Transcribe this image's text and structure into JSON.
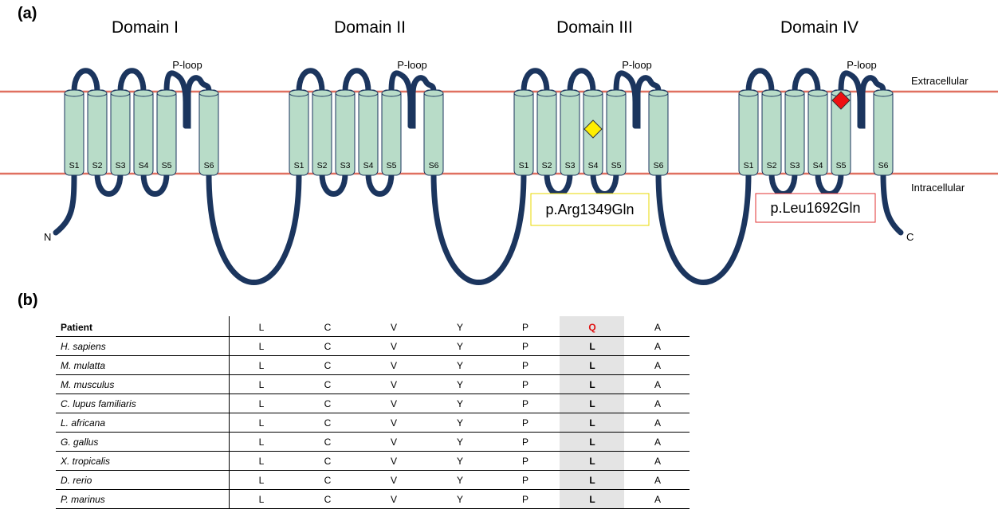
{
  "panels": {
    "a": "(a)",
    "b": "(b)"
  },
  "domains": [
    {
      "name": "Domain I",
      "segments": [
        "S1",
        "S2",
        "S3",
        "S4",
        "S5",
        "S6"
      ],
      "ploop": "P-loop"
    },
    {
      "name": "Domain II",
      "segments": [
        "S1",
        "S2",
        "S3",
        "S4",
        "S5",
        "S6"
      ],
      "ploop": "P-loop"
    },
    {
      "name": "Domain III",
      "segments": [
        "S1",
        "S2",
        "S3",
        "S4",
        "S5",
        "S6"
      ],
      "ploop": "P-loop"
    },
    {
      "name": "Domain IV",
      "segments": [
        "S1",
        "S2",
        "S3",
        "S4",
        "S5",
        "S6"
      ],
      "ploop": "P-loop"
    }
  ],
  "membrane": {
    "outside": "Extracellular",
    "inside": "Intracellular",
    "line_color": "#e07060"
  },
  "termini": {
    "n": "N",
    "c": "C"
  },
  "colors": {
    "helix_fill": "#b8dcc8",
    "helix_stroke": "#1b355e",
    "chain": "#1b355e"
  },
  "mutations": [
    {
      "label": "p.Arg1349Gln",
      "domain": "Domain III",
      "segment": "S4",
      "color": "#ffee00",
      "box_color": "#e8d800"
    },
    {
      "label": "p.Leu1692Gln",
      "domain": "Domain IV",
      "segment": "S5",
      "color": "#ee1111",
      "box_color": "#e03030"
    }
  ],
  "alignment": {
    "highlight_column": 5,
    "rows": [
      {
        "species": "Patient",
        "residues": [
          "L",
          "C",
          "V",
          "Y",
          "P",
          "Q",
          "A"
        ]
      },
      {
        "species": "H. sapiens",
        "residues": [
          "L",
          "C",
          "V",
          "Y",
          "P",
          "L",
          "A"
        ]
      },
      {
        "species": "M. mulatta",
        "residues": [
          "L",
          "C",
          "V",
          "Y",
          "P",
          "L",
          "A"
        ]
      },
      {
        "species": "M. musculus",
        "residues": [
          "L",
          "C",
          "V",
          "Y",
          "P",
          "L",
          "A"
        ]
      },
      {
        "species": "C. lupus familiaris",
        "residues": [
          "L",
          "C",
          "V",
          "Y",
          "P",
          "L",
          "A"
        ]
      },
      {
        "species": "L. africana",
        "residues": [
          "L",
          "C",
          "V",
          "Y",
          "P",
          "L",
          "A"
        ]
      },
      {
        "species": "G. gallus",
        "residues": [
          "L",
          "C",
          "V",
          "Y",
          "P",
          "L",
          "A"
        ]
      },
      {
        "species": "X. tropicalis",
        "residues": [
          "L",
          "C",
          "V",
          "Y",
          "P",
          "L",
          "A"
        ]
      },
      {
        "species": "D. rerio",
        "residues": [
          "L",
          "C",
          "V",
          "Y",
          "P",
          "L",
          "A"
        ]
      },
      {
        "species": "P. marinus",
        "residues": [
          "L",
          "C",
          "V",
          "Y",
          "P",
          "L",
          "A"
        ]
      }
    ]
  }
}
